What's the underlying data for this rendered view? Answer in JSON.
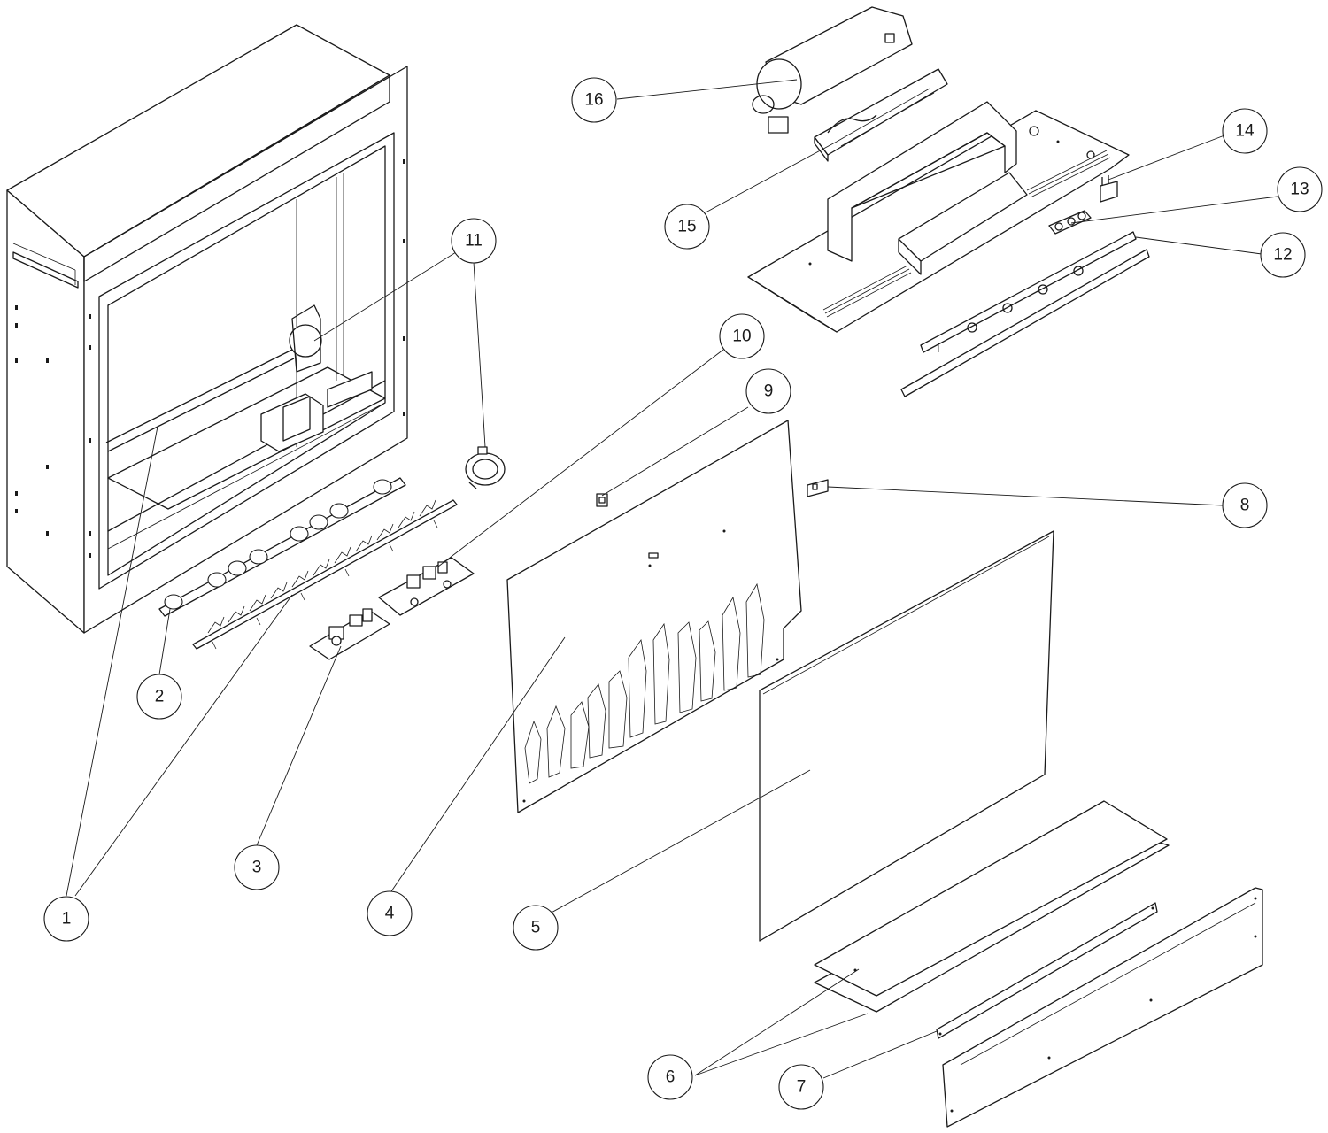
{
  "diagram": {
    "type": "exploded-parts-view",
    "callouts": [
      {
        "id": "c1",
        "label": "1"
      },
      {
        "id": "c2",
        "label": "2"
      },
      {
        "id": "c3",
        "label": "3"
      },
      {
        "id": "c4",
        "label": "4"
      },
      {
        "id": "c5",
        "label": "5"
      },
      {
        "id": "c6",
        "label": "6"
      },
      {
        "id": "c7",
        "label": "7"
      },
      {
        "id": "c8",
        "label": "8"
      },
      {
        "id": "c9",
        "label": "9"
      },
      {
        "id": "c10",
        "label": "10"
      },
      {
        "id": "c11",
        "label": "11"
      },
      {
        "id": "c12",
        "label": "12"
      },
      {
        "id": "c13",
        "label": "13"
      },
      {
        "id": "c14",
        "label": "14"
      },
      {
        "id": "c15",
        "label": "15"
      },
      {
        "id": "c16",
        "label": "16"
      }
    ],
    "colors": {
      "line": "#1a1a1a",
      "background": "#ffffff"
    }
  }
}
